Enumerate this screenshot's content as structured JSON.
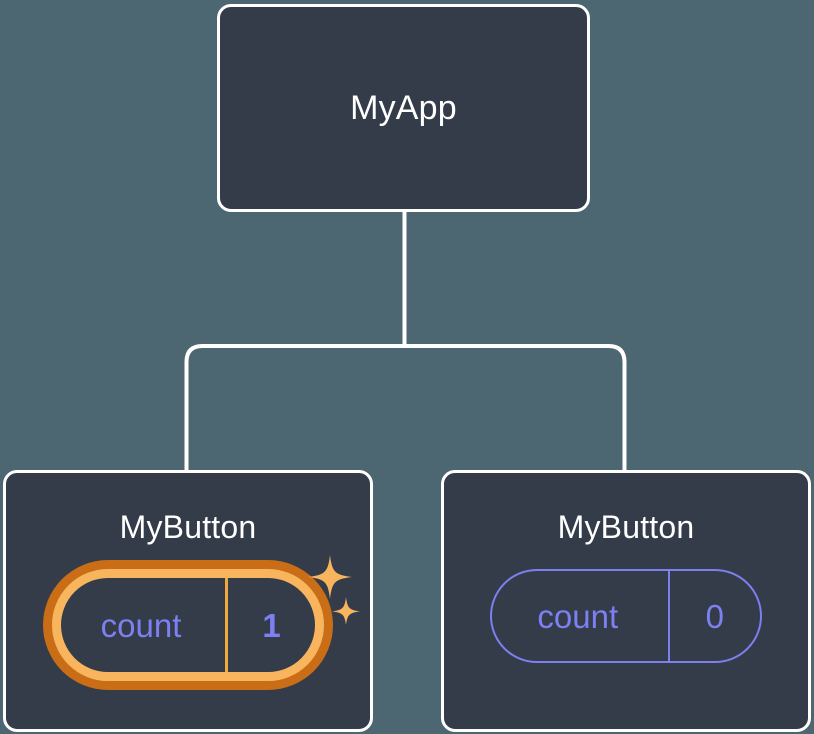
{
  "diagram": {
    "type": "component-tree",
    "background_color": "#4c6672",
    "card_fill_color": "#343b49",
    "card_border_color": "#ffffff",
    "accent_text_color": "#7c80f0",
    "highlight_outer_color": "#c96e17",
    "highlight_inner_color": "#f8b55e",
    "sparkle_color": "#f8b55e"
  },
  "root": {
    "title": "MyApp"
  },
  "children": [
    {
      "title": "MyButton",
      "state": {
        "key": "count",
        "value": "1"
      },
      "highlighted": true,
      "sparkle_icon": "sparkles-icon"
    },
    {
      "title": "MyButton",
      "state": {
        "key": "count",
        "value": "0"
      },
      "highlighted": false
    }
  ]
}
